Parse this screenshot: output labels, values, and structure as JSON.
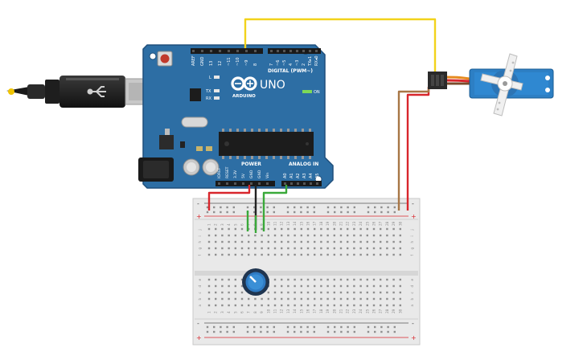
{
  "board": {
    "logo_text": "UNO",
    "brand_text": "ARDUINO",
    "digital_label": "DIGITAL (PWM~)",
    "power_label": "POWER",
    "analog_label": "ANALOG IN",
    "led_l": "L",
    "led_tx": "TX",
    "led_rx": "RX",
    "on_label": "ON",
    "digital_top_pins": [
      "AREF",
      "GND",
      "13",
      "12",
      "~11",
      "~10",
      "~9",
      "8"
    ],
    "digital_right_pins": [
      "7",
      "~6",
      "~5",
      "4",
      "~3",
      "2",
      "TX▸1",
      "RX◂0"
    ],
    "power_pins": [
      "IOREF",
      "RESET",
      "3.3V",
      "5V",
      "GND",
      "GND",
      "Vin"
    ],
    "analog_pins": [
      "A0",
      "A1",
      "A2",
      "A3",
      "A4",
      "A5"
    ]
  },
  "breadboard": {
    "rail_plus": "+",
    "rail_minus": "-",
    "row_letters_top": [
      "j",
      "i",
      "h",
      "g",
      "f"
    ],
    "row_letters_bottom": [
      "e",
      "d",
      "c",
      "b",
      "a"
    ],
    "column_numbers": [
      "1",
      "2",
      "3",
      "4",
      "5",
      "6",
      "7",
      "8",
      "9",
      "10",
      "11",
      "12",
      "13",
      "14",
      "15",
      "16",
      "17",
      "18",
      "19",
      "20",
      "21",
      "22",
      "23",
      "24",
      "25",
      "26",
      "27",
      "28",
      "29",
      "30"
    ]
  },
  "colors": {
    "board_blue": "#2d6ea4",
    "board_dark": "#1f4f7b",
    "wire_red": "#d8262c",
    "wire_black": "#222222",
    "wire_green": "#3aa93a",
    "wire_yellow": "#f2d21b",
    "wire_brown": "#a87645",
    "servo_blue": "#2d7fc4",
    "breadboard": "#e9e9e9"
  }
}
